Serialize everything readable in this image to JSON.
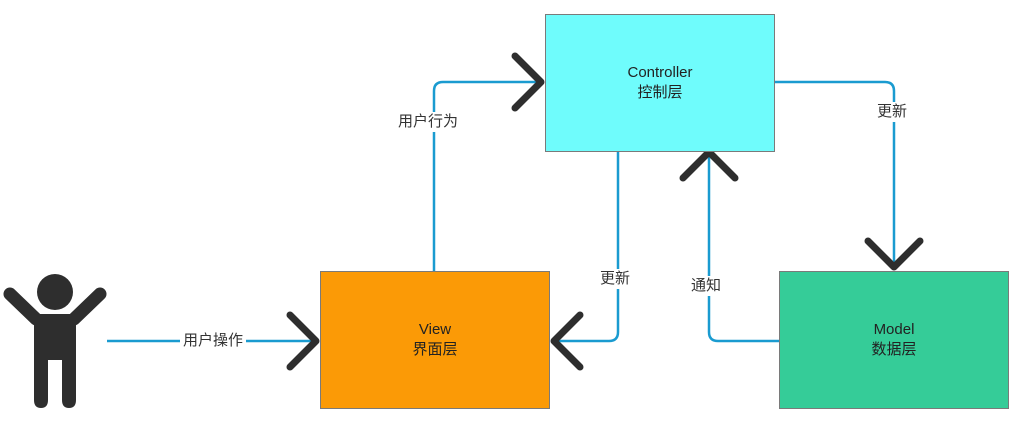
{
  "colors": {
    "controller_fill": "#6ffcfc",
    "view_fill": "#fb9a06",
    "model_fill": "#35cc98",
    "connector": "#1a9bd0",
    "arrowhead": "#2e2e2e",
    "person": "#2e2e2e"
  },
  "icons": {
    "user": "person-icon"
  },
  "nodes": {
    "controller": {
      "title": "Controller",
      "subtitle": "控制层"
    },
    "view": {
      "title": "View",
      "subtitle": "界面层"
    },
    "model": {
      "title": "Model",
      "subtitle": "数据层"
    }
  },
  "edges": {
    "user_to_view": "用户操作",
    "view_to_controller": "用户行为",
    "controller_to_view": "更新",
    "controller_to_model": "更新",
    "model_to_controller": "通知"
  }
}
